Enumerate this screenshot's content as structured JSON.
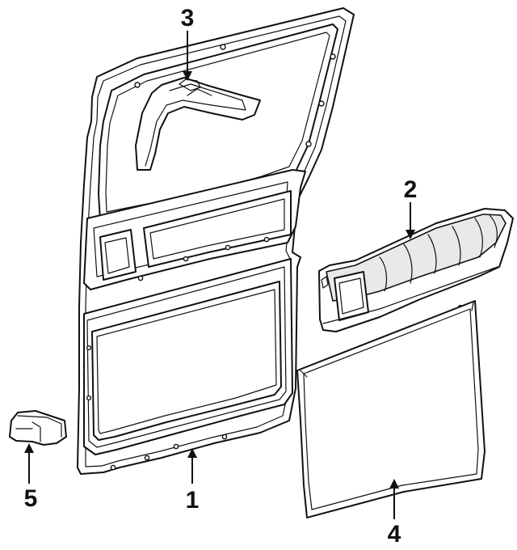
{
  "callouts": [
    {
      "id": "1",
      "label": "1"
    },
    {
      "id": "2",
      "label": "2"
    },
    {
      "id": "3",
      "label": "3"
    },
    {
      "id": "4",
      "label": "4"
    },
    {
      "id": "5",
      "label": "5"
    }
  ],
  "colors": {
    "ink": "#111111",
    "paper": "#ffffff",
    "shade": "#e9e9e9"
  }
}
